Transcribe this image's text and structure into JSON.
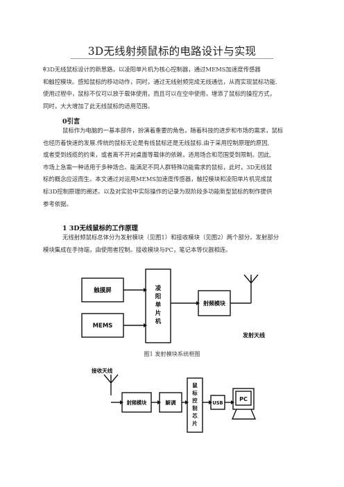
{
  "title": "3D无线射频鼠标的电路设计与实现",
  "abstract": [
    "一种3D无线鼠标设计的新思路，以凌阳单片机为核心控制器，通过MEMS加速度传感器",
    "和触控模块。感知鼠标的移动动作，同时，通过无线射频完成无线通信，从而实现鼠标功能.",
    "使用过程中，鼠标不仅可以放于载体使用，而且可以在空中使用，增添了鼠标的操控方式，",
    "同时，大大增加了此无线鼠标的适用范围。"
  ],
  "section0": {
    "heading": "0引言",
    "lines": [
      "鼠标作为电脑的一基本部件，扮演着重要的角色，随着科技的进步和市场的需求，鼠标",
      "也经历着快速的发展.传统的鼠标无论是有线鼠标还是无线鼠标.由于采用控制原理的原因,",
      "或者受到线缆的约束，或者离不开对桌面等载体的依赖，适用场合和范围受到限制。因此,",
      "市场上急需一种适用于多种场合。能满足不同人群特殊功能需求的鼠标，此时，3D无线鼠",
      "标的概念应运而生。本文通过对运用MEMS加速度传感器，触控模块和凌阳单片机完成鼠",
      "标3D控制原理的阐述。以及对实验中实际操作的记录为现阶段多功能新型鼠标的制作提供",
      "参考依据。"
    ]
  },
  "section1": {
    "heading": "1 3D无线鼠标的工作原理",
    "lines": [
      "无线射频鼠标总体分为发射模块（见图1）和接收模块（见图2）两个部分。发射部分",
      "模块集成在手持端，由使用者控制。接收模块与PC，笔记本等仪器相连。"
    ]
  },
  "figure1": {
    "caption": "图1  发射模块系统框图",
    "touch_label": "触摸屏",
    "mems_label": "MEMS",
    "mcu_label": [
      "凌",
      "阳",
      "单",
      "片",
      "机"
    ],
    "rf_label": "射频模块",
    "antenna_label": "发射天线"
  },
  "figure2": {
    "antenna_label": "接收天线",
    "rf_label": "射频模块",
    "demod_label": "解调",
    "chip_label": [
      "鼠",
      "标",
      "控",
      "制",
      "芯",
      "片"
    ],
    "usb_label": "USB",
    "pc_label": "PC"
  }
}
